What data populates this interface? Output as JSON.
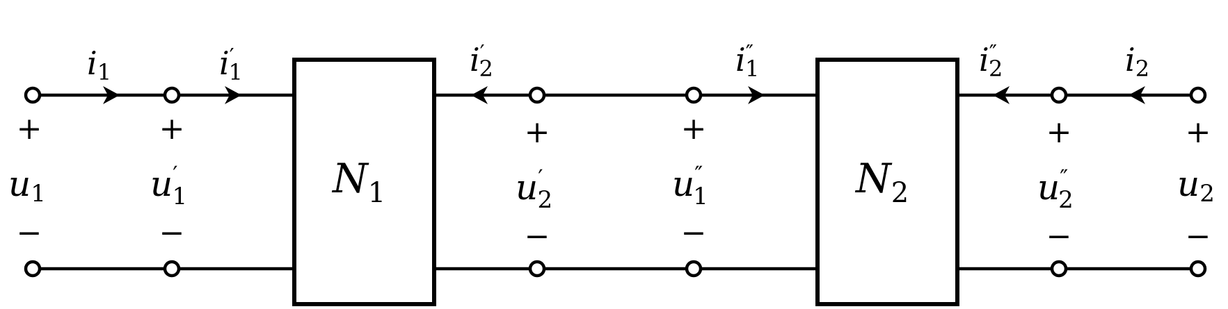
{
  "diagram": {
    "type": "two-port cascade circuit",
    "networks": [
      {
        "id": "N1",
        "label": "N",
        "subscript": "1"
      },
      {
        "id": "N2",
        "label": "N",
        "subscript": "2"
      }
    ],
    "ports": [
      {
        "id": "port-u1",
        "voltage": {
          "base": "u",
          "prime": "",
          "sub": "1"
        },
        "plus": "+",
        "minus": "−"
      },
      {
        "id": "port-u1p",
        "voltage": {
          "base": "u",
          "prime": "′",
          "sub": "1"
        },
        "plus": "+",
        "minus": "−"
      },
      {
        "id": "port-u2p",
        "voltage": {
          "base": "u",
          "prime": "′",
          "sub": "2"
        },
        "plus": "+",
        "minus": "−"
      },
      {
        "id": "port-u1pp",
        "voltage": {
          "base": "u",
          "prime": "″",
          "sub": "1"
        },
        "plus": "+",
        "minus": "−"
      },
      {
        "id": "port-u2pp",
        "voltage": {
          "base": "u",
          "prime": "″",
          "sub": "2"
        },
        "plus": "+",
        "minus": "−"
      },
      {
        "id": "port-u2",
        "voltage": {
          "base": "u",
          "prime": "",
          "sub": "2"
        },
        "plus": "+",
        "minus": "−"
      }
    ],
    "currents": [
      {
        "id": "i1",
        "base": "i",
        "prime": "",
        "sub": "1",
        "direction": "right"
      },
      {
        "id": "i1p",
        "base": "i",
        "prime": "′",
        "sub": "1",
        "direction": "right"
      },
      {
        "id": "i2p",
        "base": "i",
        "prime": "′",
        "sub": "2",
        "direction": "left"
      },
      {
        "id": "i1pp",
        "base": "i",
        "prime": "″",
        "sub": "1",
        "direction": "right"
      },
      {
        "id": "i2pp",
        "base": "i",
        "prime": "″",
        "sub": "2",
        "direction": "left"
      },
      {
        "id": "i2",
        "base": "i",
        "prime": "",
        "sub": "2",
        "direction": "left"
      }
    ]
  }
}
